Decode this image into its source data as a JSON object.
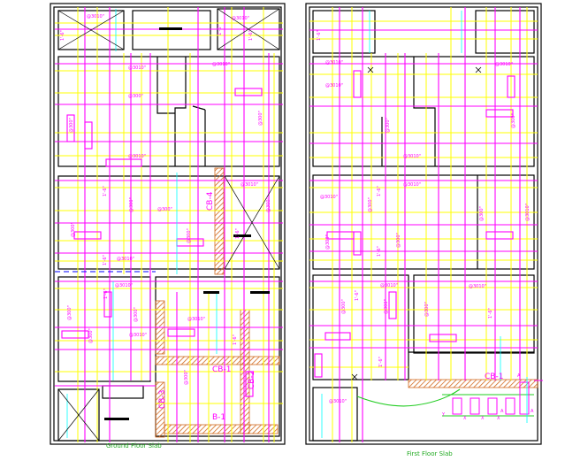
{
  "ground_floor": {
    "caption": "Ground Floor Slab",
    "beam_labels": [
      "CB-4",
      "CB-1",
      "CB-2",
      "CB-3",
      "B-1"
    ],
    "rebar_notes": [
      "@3010\"",
      "@3010\"",
      "@3010\"",
      "@300\"",
      "@3010\"",
      "@300\"",
      "@3010\"",
      "@300\"",
      "@3010\"",
      "@300\"",
      "@3010\"",
      "@300\"",
      "@300\"",
      "@3010\"",
      "@300\"",
      "@300\"",
      "@3010\"",
      "@300\"",
      "@300\"",
      "@300\"",
      "@3010\"",
      "@300\""
    ],
    "dimension_notes": [
      "1'-6\"",
      "1'-6\"",
      "1'-6\"",
      "1'-6\"",
      "1'-6\"",
      "1'-6\"",
      "1'-6\"",
      "1'-6\""
    ]
  },
  "first_floor": {
    "caption": "First Floor Slab",
    "beam_labels": [
      "CB-1",
      "A",
      "A",
      "A",
      "Y",
      "X",
      "X",
      "X"
    ],
    "rebar_notes": [
      "@3010\"",
      "@3010\"",
      "@3010\"",
      "@300\"",
      "@3010\"",
      "@300\"",
      "@3010\"",
      "@300\"",
      "@3010\"",
      "@300\"",
      "@3010\"",
      "@300\"",
      "@300\"",
      "@3010\"",
      "@300\"",
      "@300\"",
      "@3010\"",
      "@300\"",
      "@3010\""
    ],
    "dimension_notes": [
      "1'-6\"",
      "1'-6\"",
      "1'-6\"",
      "1'-6\"",
      "1'-6\"",
      "1'-6\""
    ]
  },
  "colors": {
    "wall": "#000000",
    "rebar_main": "#ff00ff",
    "rebar_dist": "#ffff00",
    "beam_hatch": "#d2691e",
    "beam_line": "#ff0000",
    "dim_line": "#00ffff",
    "label_text": "#ff00ff",
    "caption_text": "#22aa22",
    "dashed": "#0000ff",
    "curve": "#22cc22"
  }
}
